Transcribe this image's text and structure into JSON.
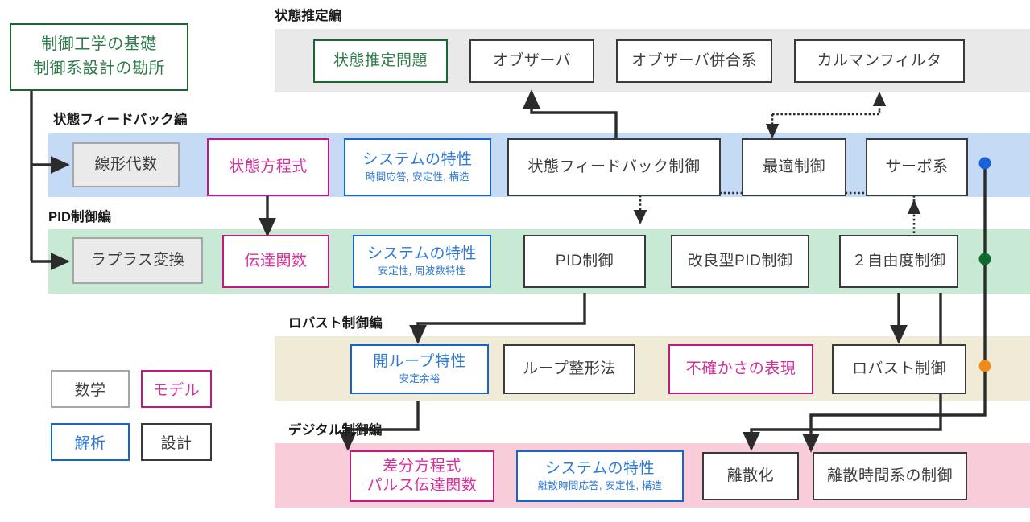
{
  "title_box": {
    "line1": "制御工学の基礎",
    "line2": "制御系設計の勘所",
    "border_color": "#13692f",
    "text_color": "#2f7a4a"
  },
  "sections": [
    {
      "key": "state_estimation",
      "title": "状態推定編",
      "band_color": "#e9e9e9"
    },
    {
      "key": "state_feedback",
      "title": "状態フィードバック編",
      "band_color": "#c5daf4"
    },
    {
      "key": "pid",
      "title": "PID制御編",
      "band_color": "#c8e9d4"
    },
    {
      "key": "robust",
      "title": "ロバスト制御編",
      "band_color": "#f0ebd6"
    },
    {
      "key": "digital",
      "title": "デジタル制御編",
      "band_color": "#f9ccd9"
    }
  ],
  "nodes": {
    "state_estimation": [
      {
        "id": "jotai-suitei-mondai",
        "kind": "green",
        "line1": "状態推定問題",
        "line2": ""
      },
      {
        "id": "observer",
        "kind": "design",
        "line1": "オブザーバ",
        "line2": ""
      },
      {
        "id": "observer-heigoukei",
        "kind": "design",
        "line1": "オブザーバ併合系",
        "line2": ""
      },
      {
        "id": "kalman-filter",
        "kind": "design",
        "line1": "カルマンフィルタ",
        "line2": ""
      }
    ],
    "state_feedback": [
      {
        "id": "senkei-daisu",
        "kind": "math",
        "line1": "線形代数",
        "line2": ""
      },
      {
        "id": "jotai-houteishiki",
        "kind": "model",
        "line1": "状態方程式",
        "line2": ""
      },
      {
        "id": "system-tokusei-sf",
        "kind": "analysis",
        "line1": "システムの特性",
        "line2": "時間応答, 安定性, 構造"
      },
      {
        "id": "jotai-fb-seigyo",
        "kind": "design",
        "line1": "状態フィードバック制御",
        "line2": ""
      },
      {
        "id": "saiteki-seigyo",
        "kind": "design",
        "line1": "最適制御",
        "line2": ""
      },
      {
        "id": "servo-kei",
        "kind": "design",
        "line1": "サーボ系",
        "line2": ""
      }
    ],
    "pid": [
      {
        "id": "laplace-henkan",
        "kind": "math",
        "line1": "ラプラス変換",
        "line2": ""
      },
      {
        "id": "dentatsu-kansu",
        "kind": "model",
        "line1": "伝達関数",
        "line2": ""
      },
      {
        "id": "system-tokusei-pid",
        "kind": "analysis",
        "line1": "システムの特性",
        "line2": "安定性, 周波数特性"
      },
      {
        "id": "pid-seigyo",
        "kind": "design",
        "line1": "PID制御",
        "line2": ""
      },
      {
        "id": "kairyou-pid",
        "kind": "design",
        "line1": "改良型PID制御",
        "line2": ""
      },
      {
        "id": "2jiyudo-seigyo",
        "kind": "design",
        "line1": "２自由度制御",
        "line2": ""
      }
    ],
    "robust": [
      {
        "id": "kai-loop-tokusei",
        "kind": "analysis",
        "line1": "開ループ特性",
        "line2": "安定余裕"
      },
      {
        "id": "loop-seikeihou",
        "kind": "design",
        "line1": "ループ整形法",
        "line2": ""
      },
      {
        "id": "fukakasa-hyougen",
        "kind": "model",
        "line1": "不確かさの表現",
        "line2": ""
      },
      {
        "id": "robust-seigyo",
        "kind": "design",
        "line1": "ロバスト制御",
        "line2": ""
      }
    ],
    "digital": [
      {
        "id": "sabun-houteishiki",
        "kind": "model",
        "line1": "差分方程式",
        "line2": "パルス伝達関数"
      },
      {
        "id": "system-tokusei-dig",
        "kind": "analysis",
        "line1": "システムの特性",
        "line2": "離散時間応答, 安定性, 構造"
      },
      {
        "id": "risanka",
        "kind": "design",
        "line1": "離散化",
        "line2": ""
      },
      {
        "id": "risan-jikankei",
        "kind": "design",
        "line1": "離散時間系の制御",
        "line2": ""
      }
    ]
  },
  "legend": {
    "items": [
      {
        "id": "legend-math",
        "kind": "math",
        "label": "数学"
      },
      {
        "id": "legend-model",
        "kind": "model",
        "label": "モデル"
      },
      {
        "id": "legend-analysis",
        "kind": "analysis",
        "label": "解析"
      },
      {
        "id": "legend-design",
        "kind": "design",
        "label": "設計"
      }
    ]
  },
  "colors": {
    "math_border": "#a6a6a6",
    "math_fill": "#eaeaea",
    "math_text": "#3d3d3d",
    "model": "#c2187f",
    "model_text": "#d6309b",
    "analysis": "#1565c8",
    "analysis_text": "#2f7ad6",
    "design": "#3a3a3a",
    "design_text": "#3d3d3d",
    "green": "#13692f",
    "line": "#2b2b2b",
    "dot_blue": "#1a63d6",
    "dot_green": "#0e6b2c",
    "dot_orange": "#f08a1a"
  },
  "markers": [
    {
      "id": "marker-dot-blue",
      "color": "#1a63d6"
    },
    {
      "id": "marker-dot-green",
      "color": "#0e6b2c"
    },
    {
      "id": "marker-dot-orange",
      "color": "#f08a1a"
    }
  ]
}
